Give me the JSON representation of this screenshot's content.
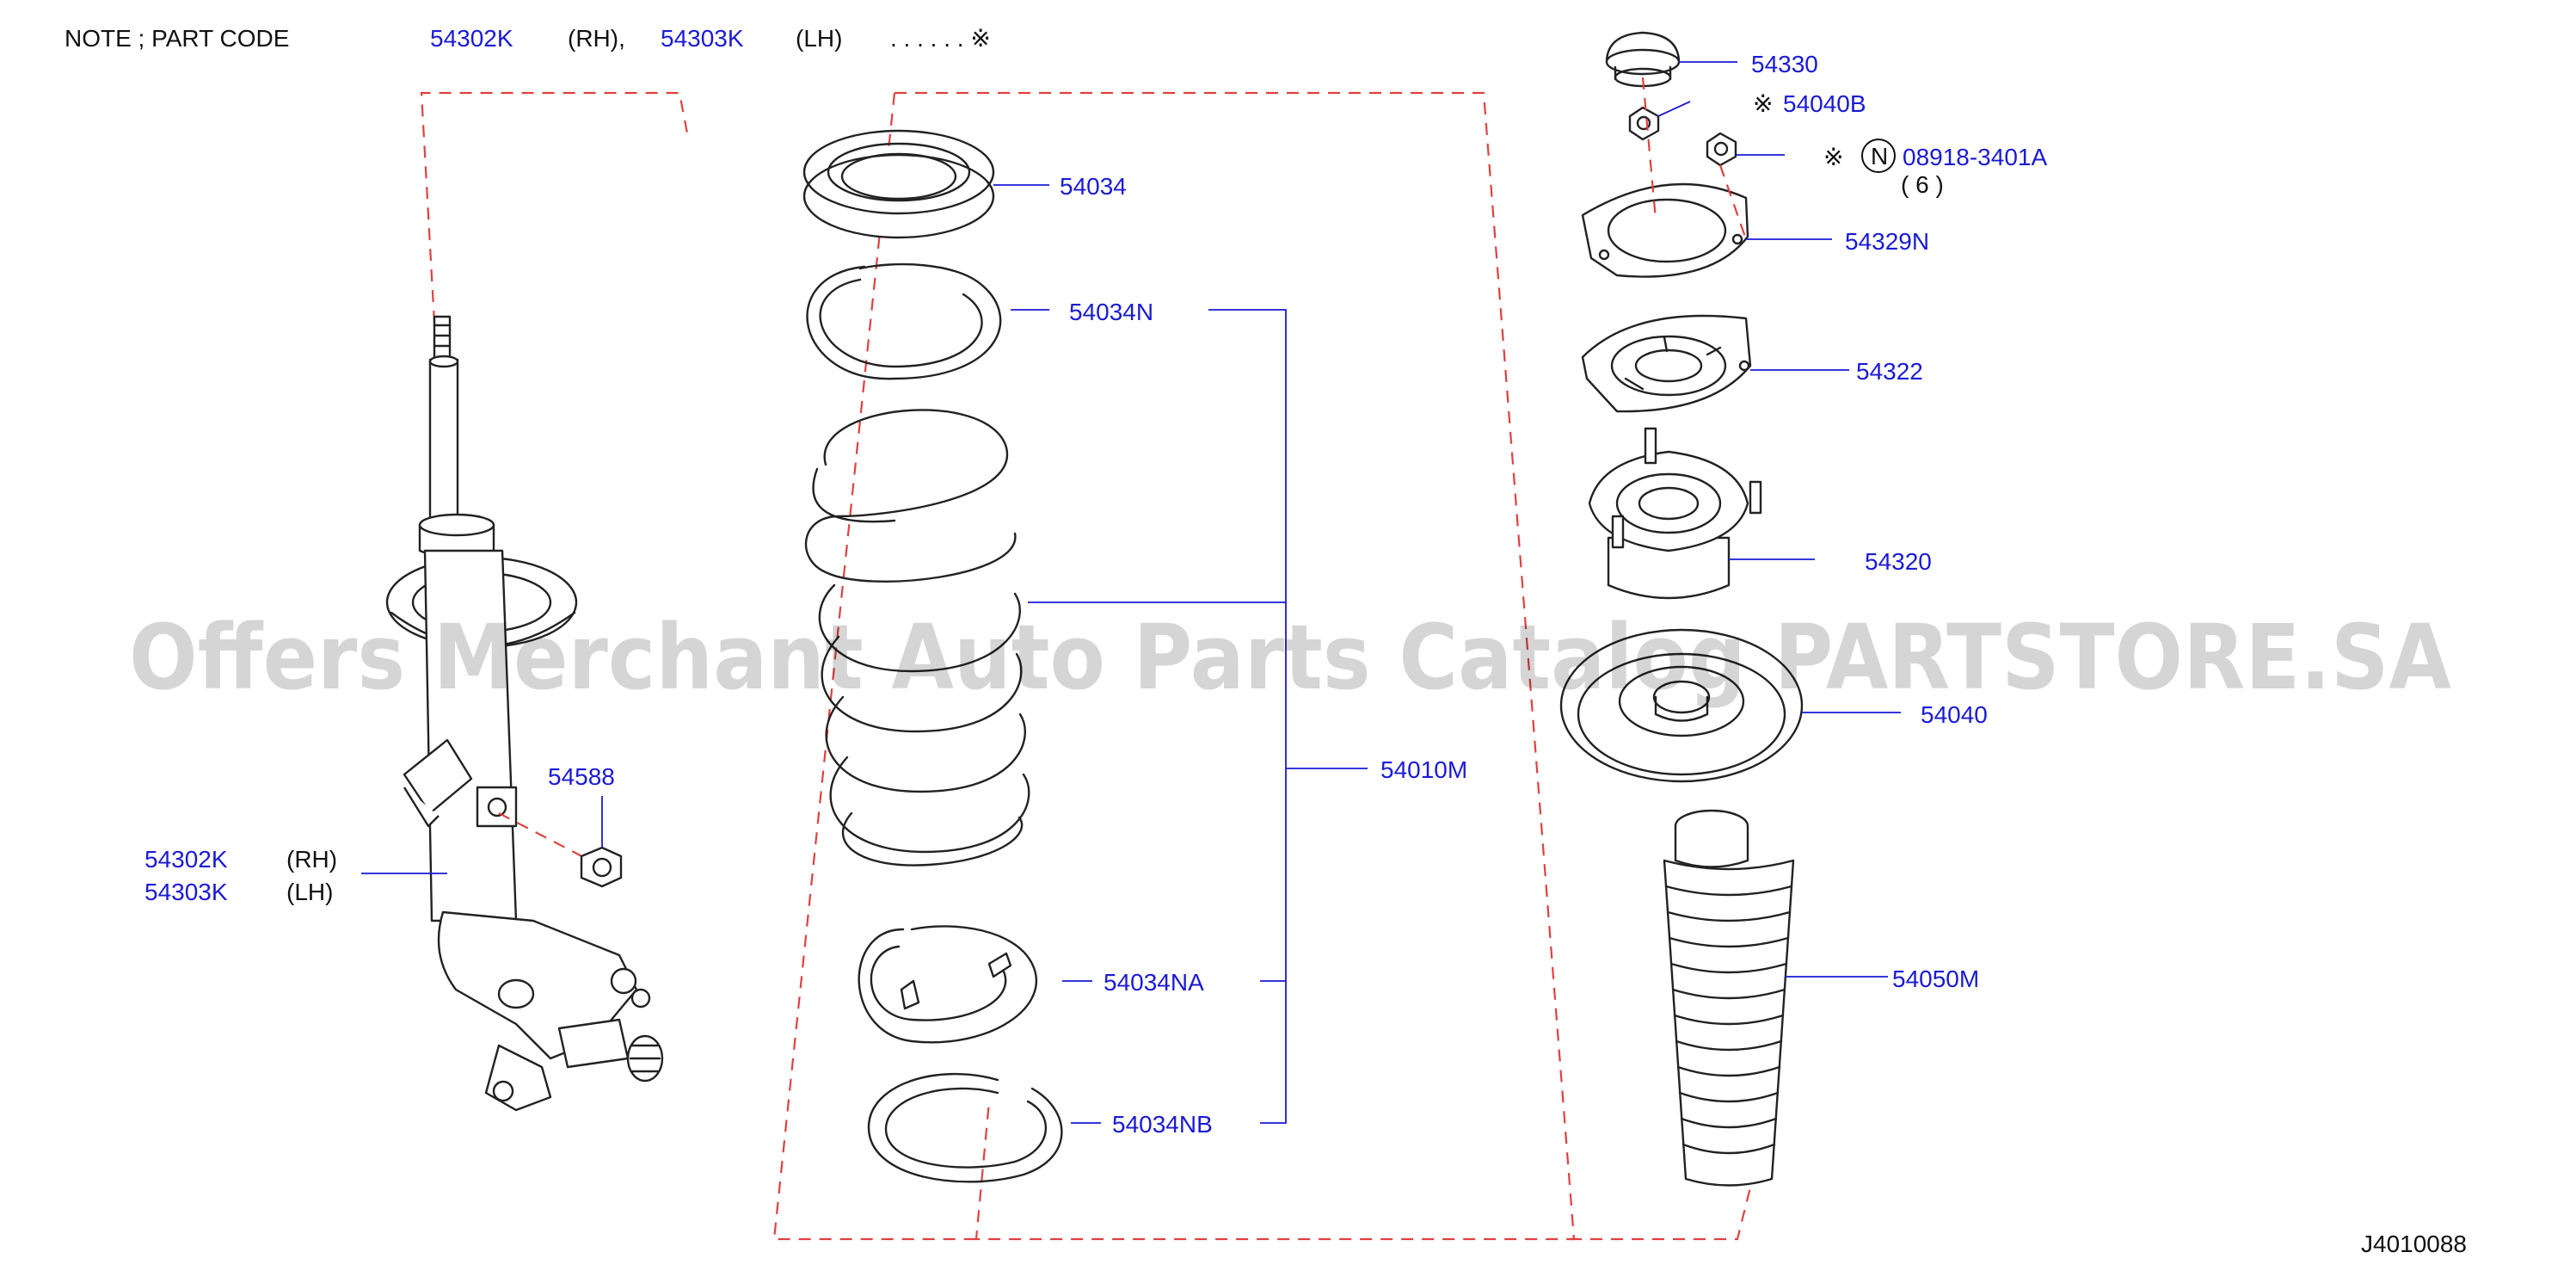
{
  "note": {
    "prefix": "NOTE  ;  PART  CODE",
    "code_rh": "54302K",
    "rh": "(RH),",
    "code_lh": "54303K",
    "lh": "(LH)",
    "dots": ". . . . . . ※"
  },
  "watermark": "Offers Merchant Auto Parts Catalog PARTSTORE.SA",
  "diagram_id": "J4010088",
  "strut": {
    "code_rh": "54302K",
    "rh": "(RH)",
    "code_lh": "54303K",
    "lh": "(LH)",
    "nut": "54588"
  },
  "spring_parts": {
    "seat_upper": "54034",
    "rubber_upper": "54034N",
    "spring_assembly": "54010M",
    "rubber_lower_a": "54034NA",
    "rubber_lower_b": "54034NB"
  },
  "mount_parts": {
    "cap": "54330",
    "nut_mark": "※",
    "nut": "54040B",
    "bolt_mark": "※",
    "bolt_circle": "N",
    "bolt": "08918-3401A",
    "bolt_qty": "( 6 )",
    "plate": "54329N",
    "insulator": "54322",
    "mount": "54320",
    "bearing": "54040",
    "bound_bumper": "54050M"
  },
  "colors": {
    "label": "#1a1ad6",
    "dash": "#e04040",
    "line": "#222222"
  }
}
